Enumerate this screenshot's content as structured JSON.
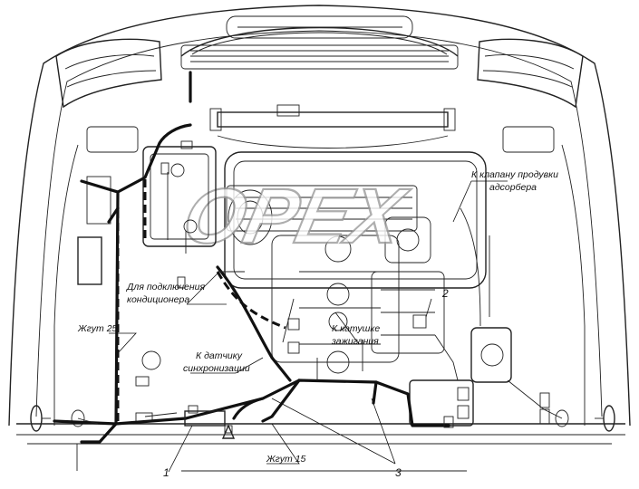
{
  "labels": {
    "absorber_valve_line1": "К клапану продувки",
    "absorber_valve_line2": "адсорбера",
    "ac_line1": "Для подключения",
    "ac_line2": "кондиционера",
    "harness25": "Жгут 25",
    "sync_sensor_line1": "К датчику",
    "sync_sensor_line2": "синхронизации",
    "ignition_coil_line1": "К катушке",
    "ignition_coil_line2": "зажигания",
    "harness15": "Жгут 15",
    "callout1": "1",
    "callout2": "2",
    "callout3": "3"
  },
  "watermark": {
    "logo_text": "OPEX"
  },
  "colors": {
    "line": "#111111",
    "background": "#ffffff",
    "watermark_outline": "#9a9a9a"
  }
}
